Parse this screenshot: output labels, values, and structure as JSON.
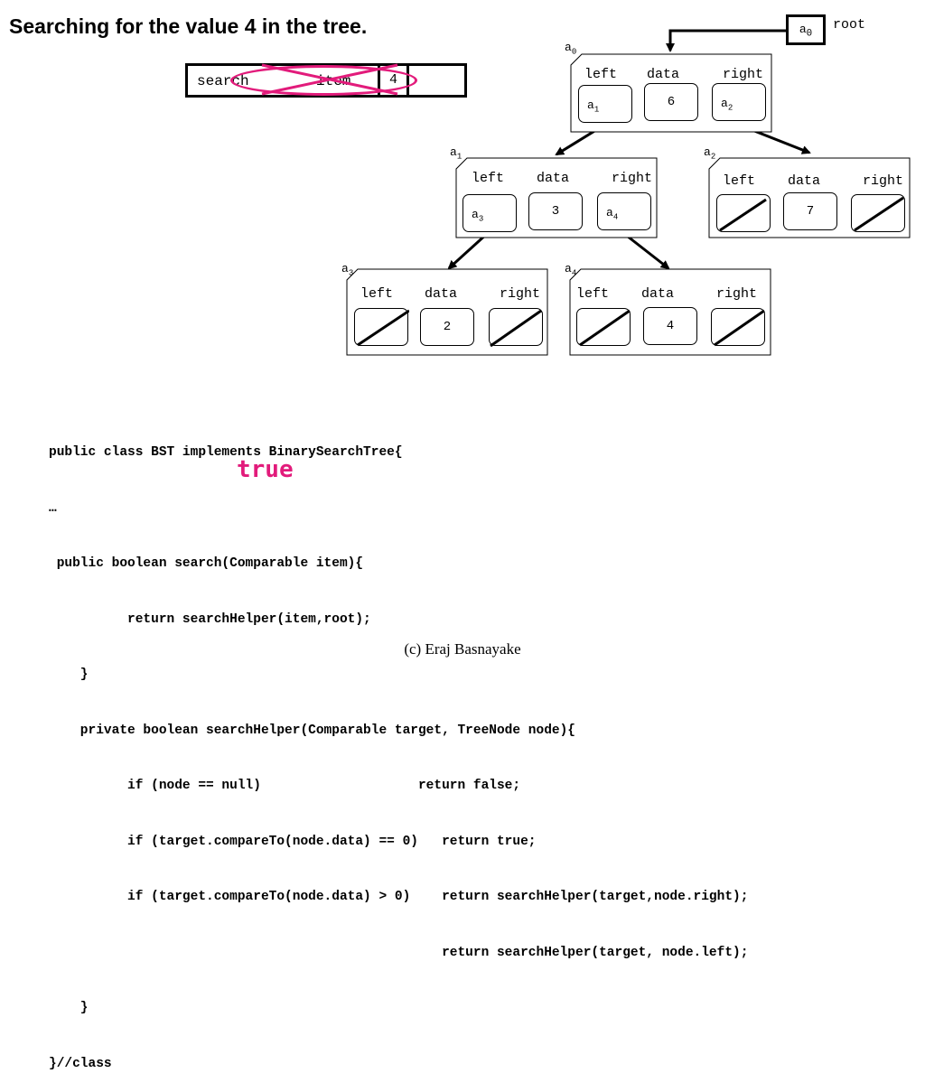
{
  "title": "Searching for the value 4 in the tree.",
  "call_frame": {
    "method_label": "search",
    "param_label": "item",
    "value": "4"
  },
  "root": {
    "label": "root",
    "ref_base": "a",
    "ref_sub": "0"
  },
  "field_labels": {
    "left": "left",
    "data": "data",
    "right": "right"
  },
  "nodes": [
    {
      "id": "a0",
      "addr_base": "a",
      "addr_sub": "0",
      "data": "6",
      "left": {
        "base": "a",
        "sub": "1"
      },
      "right": {
        "base": "a",
        "sub": "2"
      }
    },
    {
      "id": "a1",
      "addr_base": "a",
      "addr_sub": "1",
      "data": "3",
      "left": {
        "base": "a",
        "sub": "3"
      },
      "right": {
        "base": "a",
        "sub": "4"
      }
    },
    {
      "id": "a2",
      "addr_base": "a",
      "addr_sub": "2",
      "data": "7",
      "left": null,
      "right": null
    },
    {
      "id": "a3",
      "addr_base": "a",
      "addr_sub": "3",
      "data": "2",
      "left": null,
      "right": null
    },
    {
      "id": "a4",
      "addr_base": "a",
      "addr_sub": "4",
      "data": "4",
      "left": null,
      "right": null
    }
  ],
  "code_lines": [
    "public class BST implements BinarySearchTree{",
    "…",
    " public boolean search(Comparable item){",
    "          return searchHelper(item,root);",
    "    }",
    "    private boolean searchHelper(Comparable target, TreeNode node){",
    "          if (node == null)                    return false;",
    "          if (target.compareTo(node.data) == 0)   return true;",
    "          if (target.compareTo(node.data) > 0)    return searchHelper(target,node.right);",
    "                                                  return searchHelper(target, node.left);",
    "    }",
    "}//class"
  ],
  "annotation": "true",
  "credit": "(c) Eraj Basnayake",
  "colors": {
    "highlight": "#e21b7b",
    "ink": "#000000"
  }
}
